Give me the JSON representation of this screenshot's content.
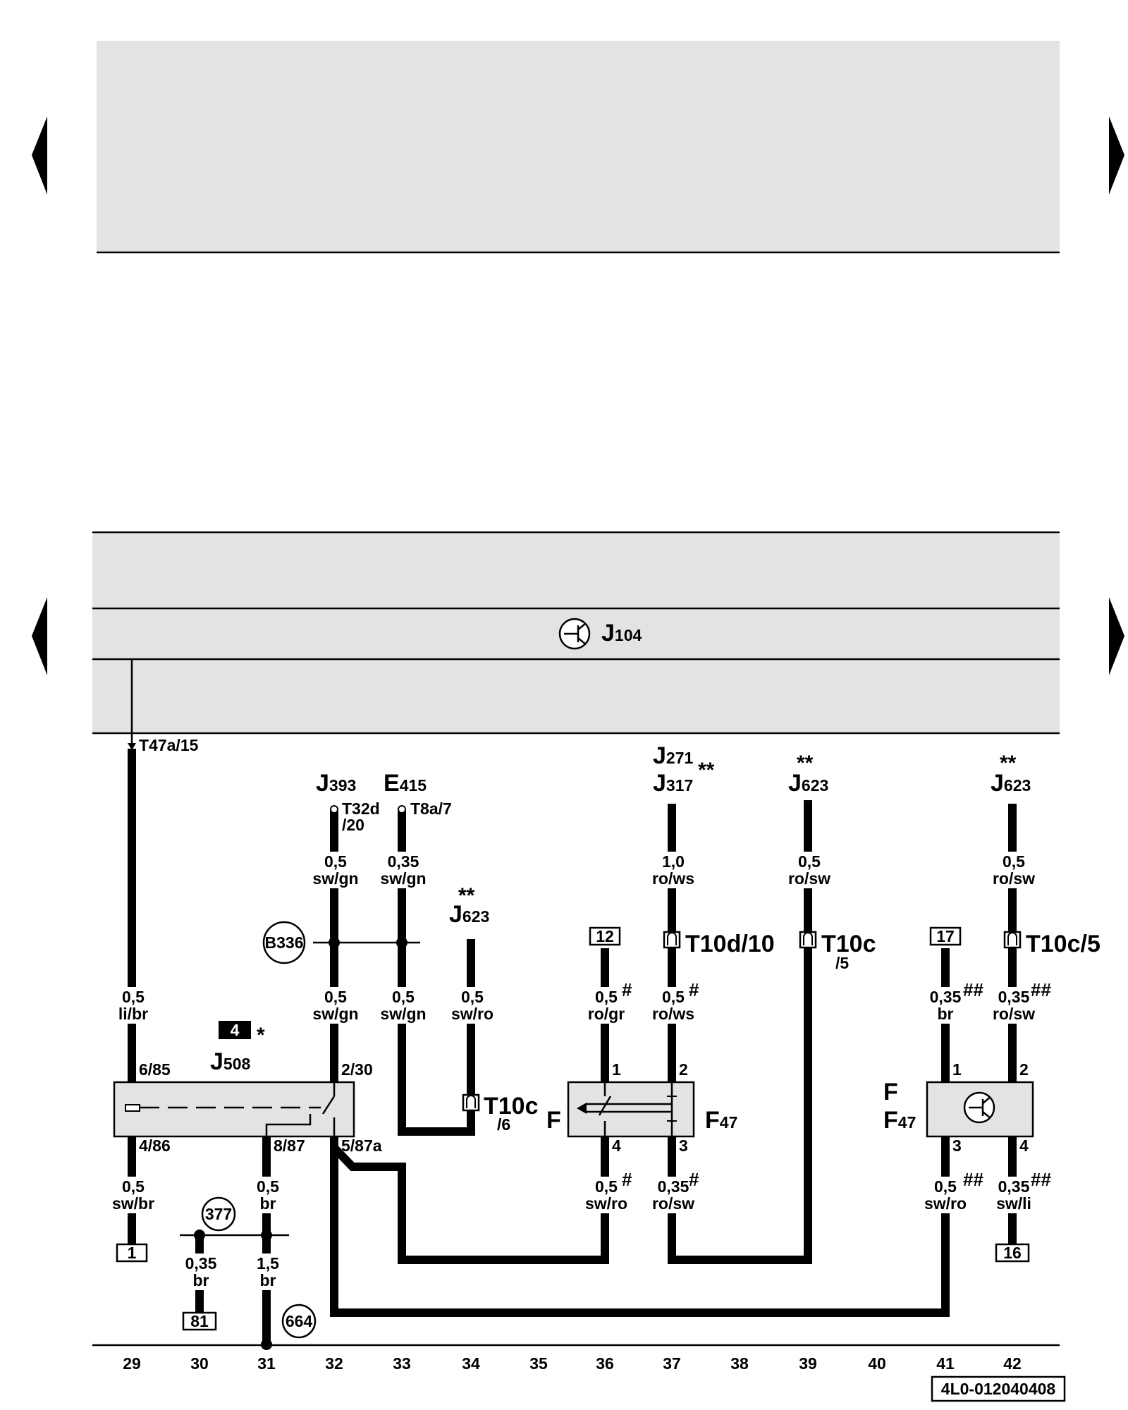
{
  "control_unit": {
    "letter": "J",
    "number": "104"
  },
  "components": {
    "J393": {
      "letter": "J",
      "number": "393"
    },
    "E415": {
      "letter": "E",
      "number": "415"
    },
    "J271": {
      "letter": "J",
      "number": "271"
    },
    "J317": {
      "letter": "J",
      "number": "317"
    },
    "J623_a": {
      "letter": "J",
      "number": "623"
    },
    "J623_b": {
      "letter": "J",
      "number": "623"
    },
    "J623_c": {
      "letter": "J",
      "number": "623"
    },
    "J508": {
      "letter": "J",
      "number": "508"
    },
    "F_left": {
      "letter": "F"
    },
    "F47_left": {
      "letter": "F",
      "number": "47"
    },
    "F_right": {
      "letter": "F"
    },
    "F47_right": {
      "letter": "F",
      "number": "47"
    }
  },
  "markers": {
    "double_star": "**",
    "star": "*",
    "hash": "#",
    "double_hash": "##"
  },
  "connectors": {
    "t47a": "T47a/15",
    "t32d": "T32d",
    "t32d_pin": "/20",
    "t8a": "T8a/7",
    "t10c_6_main": "T10c",
    "t10c_6_pin": "/6",
    "t10d_main": "T10d/10",
    "t10c_5_main": "T10c",
    "t10c_5_pin": "/5",
    "t10c5_right": "T10c/5"
  },
  "wires": {
    "w29_top": {
      "size": "0,5",
      "color": "li/br"
    },
    "w29_bot": {
      "size": "0,5",
      "color": "sw/br"
    },
    "w30": {
      "size": "0,35",
      "color": "br"
    },
    "w31_top": {
      "size": "0,5",
      "color": "br"
    },
    "w31_bot": {
      "size": "1,5",
      "color": "br"
    },
    "w32_top": {
      "size": "0,5",
      "color": "sw/gn"
    },
    "w32_mid": {
      "size": "0,5",
      "color": "sw/gn"
    },
    "w33_top": {
      "size": "0,35",
      "color": "sw/gn"
    },
    "w33_mid": {
      "size": "0,5",
      "color": "sw/gn"
    },
    "w34": {
      "size": "0,5",
      "color": "sw/ro"
    },
    "w36_top": {
      "size": "0,5",
      "color": "ro/gr"
    },
    "w36_bot": {
      "size": "0,5",
      "color": "sw/ro"
    },
    "w37_top": {
      "size": "1,0",
      "color": "ro/ws"
    },
    "w37_mid": {
      "size": "0,5",
      "color": "ro/ws"
    },
    "w37_bot": {
      "size": "0,35",
      "color": "ro/sw"
    },
    "w39": {
      "size": "0,5",
      "color": "ro/sw"
    },
    "w41_top": {
      "size": "0,35",
      "color": "br"
    },
    "w41_bot": {
      "size": "0,5",
      "color": "sw/ro"
    },
    "w42_top": {
      "size": "0,5",
      "color": "ro/sw"
    },
    "w42_mid": {
      "size": "0,35",
      "color": "ro/sw"
    },
    "w42_bot": {
      "size": "0,35",
      "color": "sw/li"
    }
  },
  "pins": {
    "j508_6": "6/85",
    "j508_4": "4/86",
    "j508_8": "8/87",
    "j508_2": "2/30",
    "j508_5": "5/87a",
    "f47l_1": "1",
    "f47l_2": "2",
    "f47l_4": "4",
    "f47l_3": "3",
    "f47r_1": "1",
    "f47r_2": "2",
    "f47r_3": "3",
    "f47r_4": "4"
  },
  "refs": {
    "box_12": "12",
    "box_17": "17",
    "box_1": "1",
    "box_81": "81",
    "box_16": "16",
    "box_4": "4",
    "circle_b336": "B336",
    "circle_377": "377",
    "circle_664": "664"
  },
  "columns": [
    "29",
    "30",
    "31",
    "32",
    "33",
    "34",
    "35",
    "36",
    "37",
    "38",
    "39",
    "40",
    "41",
    "42"
  ],
  "doc_id": "4L0-012040408"
}
